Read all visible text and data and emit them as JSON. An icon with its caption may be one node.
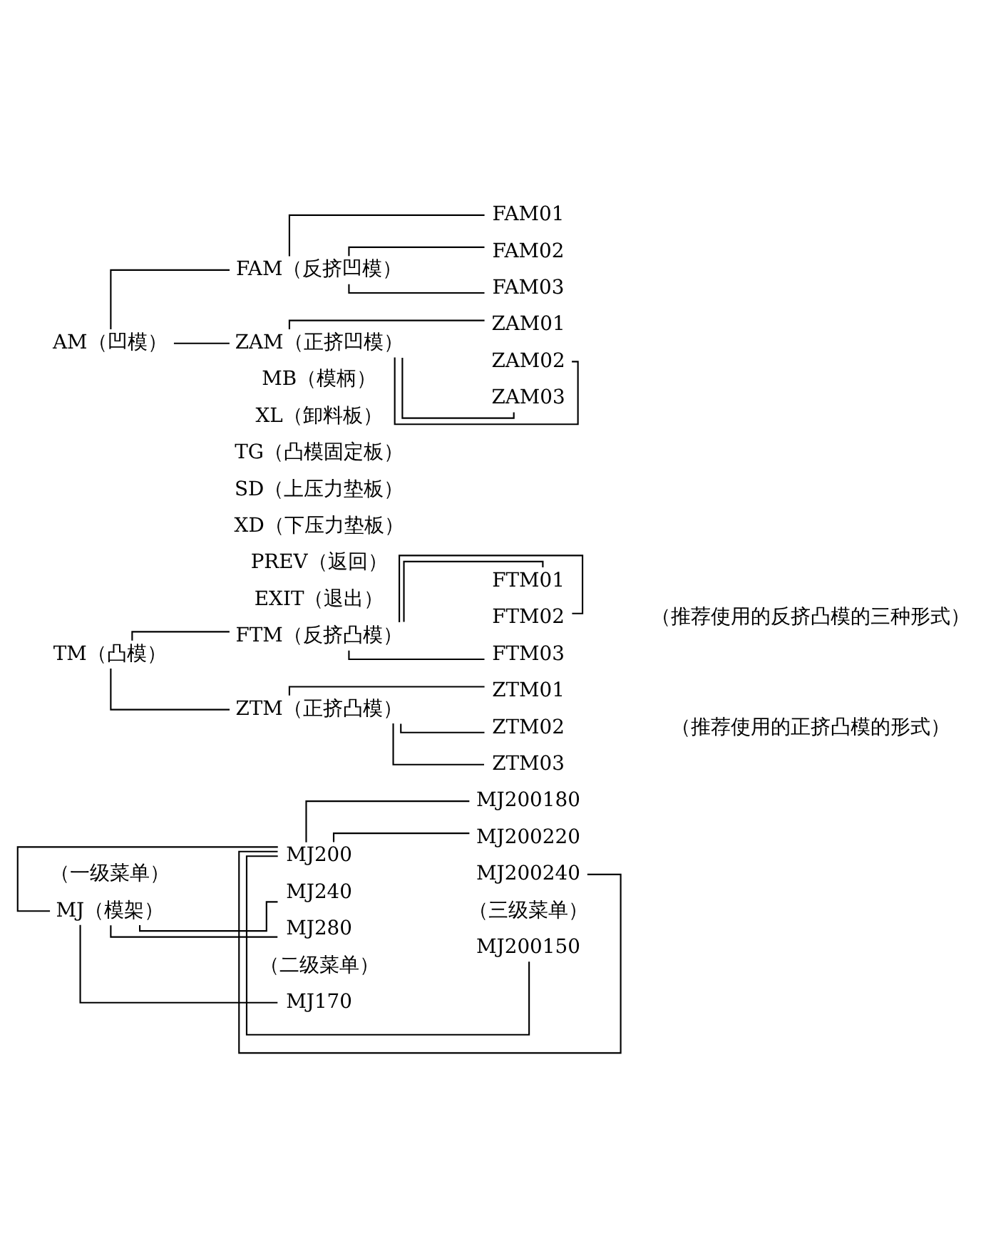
{
  "diagram": {
    "nodes": [
      {
        "text": [
          "MJ（模架）"
        ]
      },
      {
        "text": [
          "MJ170"
        ]
      },
      {
        "text": [
          "MJ200"
        ]
      },
      {
        "text": [
          "MJ240"
        ]
      },
      {
        "text": [
          "MJ280"
        ]
      },
      {
        "text": [
          "MJ200150"
        ]
      },
      {
        "text": [
          "MJ200180"
        ]
      },
      {
        "text": [
          "MJ200220"
        ]
      },
      {
        "text": [
          "MJ200240"
        ]
      },
      {
        "text": [
          "TM（凸模）"
        ]
      },
      {
        "text": [
          "FTM（反挤凸模）"
        ]
      },
      {
        "text": [
          "FTM01"
        ]
      },
      {
        "text": [
          "FTM02"
        ]
      },
      {
        "text": [
          "FTM03"
        ]
      },
      {
        "text": [
          "ZTM（正挤凸模）"
        ]
      },
      {
        "text": [
          "ZTM01"
        ]
      },
      {
        "text": [
          "ZTM02"
        ]
      },
      {
        "text": [
          "ZTM03"
        ]
      },
      {
        "text": [
          "AM（凹模）"
        ]
      },
      {
        "text": [
          "FAM（反挤凹模）"
        ]
      },
      {
        "text": [
          "FAM01"
        ]
      },
      {
        "text": [
          "FAM02"
        ]
      },
      {
        "text": [
          "FAM03"
        ]
      },
      {
        "text": [
          "ZAM（正挤凹模）"
        ]
      },
      {
        "text": [
          "ZAM01"
        ]
      },
      {
        "text": [
          "ZAM02"
        ]
      },
      {
        "text": [
          "ZAM03"
        ]
      }
    ],
    "edges": [
      {
        "from": 0,
        "to": 1,
        "arrow": "none"
      },
      {
        "from": 0,
        "to": 2,
        "arrow": "none"
      },
      {
        "from": 0,
        "to": 3,
        "arrow": "none"
      },
      {
        "from": 0,
        "to": 4,
        "arrow": "none"
      },
      {
        "from": 2,
        "to": 5,
        "arrow": "none"
      },
      {
        "from": 2,
        "to": 6,
        "arrow": "none"
      },
      {
        "from": 2,
        "to": 7,
        "arrow": "none"
      },
      {
        "from": 2,
        "to": 8,
        "arrow": "none"
      },
      {
        "from": 9,
        "to": 10,
        "arrow": "none"
      },
      {
        "from": 10,
        "to": 11,
        "arrow": "none"
      },
      {
        "from": 10,
        "to": 12,
        "arrow": "none"
      },
      {
        "from": 10,
        "to": 13,
        "arrow": "none"
      },
      {
        "from": 9,
        "to": 14,
        "arrow": "none"
      },
      {
        "from": 14,
        "to": 15,
        "arrow": "none"
      },
      {
        "from": 14,
        "to": 16,
        "arrow": "none"
      },
      {
        "from": 14,
        "to": 17,
        "arrow": "none"
      },
      {
        "from": 18,
        "to": 19,
        "arrow": "none"
      },
      {
        "from": 19,
        "to": 20,
        "arrow": "none"
      },
      {
        "from": 19,
        "to": 21,
        "arrow": "none"
      },
      {
        "from": 19,
        "to": 22,
        "arrow": "none"
      },
      {
        "from": 18,
        "to": 23,
        "arrow": "none"
      },
      {
        "from": 23,
        "to": 24,
        "arrow": "none"
      },
      {
        "from": 23,
        "to": 25,
        "arrow": "none"
      },
      {
        "from": 23,
        "to": 26,
        "arrow": "none"
      }
    ],
    "labels": [
      "（一级菜单）",
      "（二级菜单）",
      "（三级菜单）",
      "（推荐使用的反挤凸模的三种形式）",
      "（推荐使用的正挤凸模的形式）",
      "MB（模柄）",
      "XL（卸料板）",
      "TG（凸模固定板）",
      "SD（上压力垫板）",
      "XD（下压力垫板）",
      "PREV（返回）",
      "EXIT（退出）"
    ]
  }
}
